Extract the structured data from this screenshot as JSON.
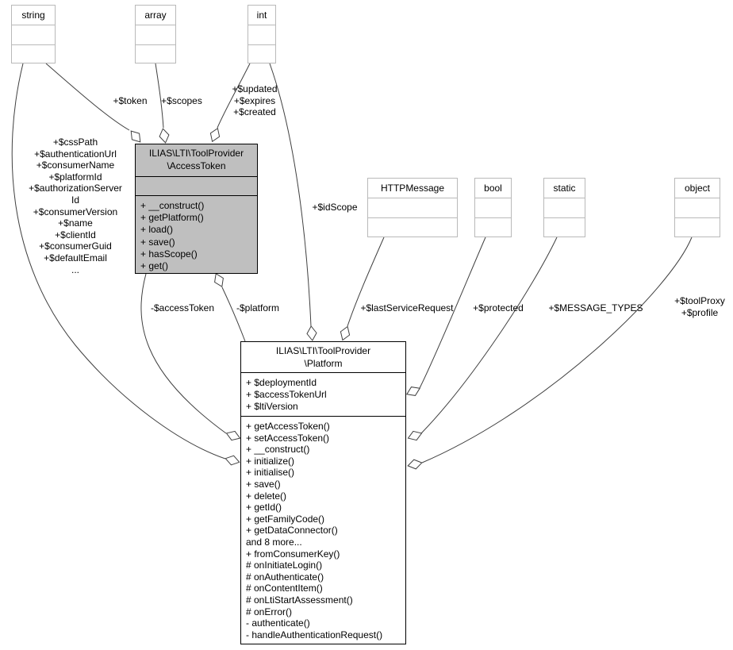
{
  "classes": {
    "string": {
      "name": "string"
    },
    "array": {
      "name": "array"
    },
    "int": {
      "name": "int"
    },
    "httpmessage": {
      "name": "HTTPMessage"
    },
    "bool": {
      "name": "bool"
    },
    "static": {
      "name": "static"
    },
    "object": {
      "name": "object"
    },
    "access_token": {
      "name_lines": [
        "ILIAS\\LTI\\ToolProvider",
        "\\AccessToken"
      ],
      "methods": [
        "+ __construct()",
        "+ getPlatform()",
        "+ load()",
        "+ save()",
        "+ hasScope()",
        "+ get()"
      ]
    },
    "platform": {
      "name_lines": [
        "ILIAS\\LTI\\ToolProvider",
        "\\Platform"
      ],
      "attributes": [
        "+ $deploymentId",
        "+ $accessTokenUrl",
        "+ $ltiVersion"
      ],
      "methods": [
        "+ getAccessToken()",
        "+ setAccessToken()",
        "+ __construct()",
        "+ initialize()",
        "+ initialise()",
        "+ save()",
        "+ delete()",
        "+ getId()",
        "+ getFamilyCode()",
        "+ getDataConnector()",
        "and 8 more...",
        "+ fromConsumerKey()",
        "# onInitiateLogin()",
        "# onAuthenticate()",
        "# onContentItem()",
        "# onLtiStartAssessment()",
        "# onError()",
        "- authenticate()",
        "- handleAuthenticationRequest()"
      ]
    }
  },
  "edge_labels": {
    "token": "+$token",
    "scopes": "+$scopes",
    "int_to_accesstoken": [
      "+$updated",
      "+$expires",
      "+$created"
    ],
    "id_scope": "+$idScope",
    "access_token_member": "-$accessToken",
    "platform_member": "-$platform",
    "last_service_request": "+$lastServiceRequest",
    "protected": "+$protected",
    "message_types": "+$MESSAGE_TYPES",
    "object_to_platform": [
      "+$toolProxy",
      "+$profile"
    ],
    "string_to_platform": [
      "+$cssPath",
      "+$authenticationUrl",
      "+$consumerName",
      "+$platformId",
      "+$authorizationServer",
      "Id",
      "+$consumerVersion",
      "+$name",
      "+$clientId",
      "+$consumerGuid",
      "+$defaultEmail",
      "..."
    ]
  },
  "colors": {
    "edge": "#404040",
    "highlight_fill": "#bfbfbf",
    "light_border": "#b9b9b9",
    "dark_border": "#000000"
  }
}
